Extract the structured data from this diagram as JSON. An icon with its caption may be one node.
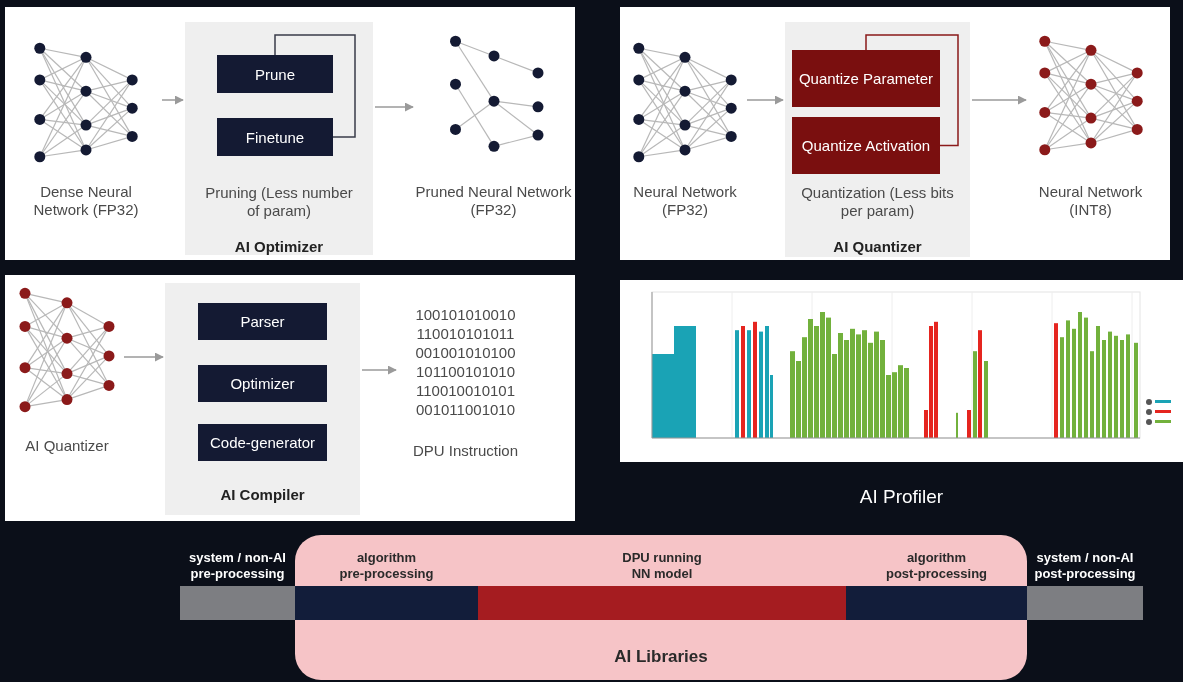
{
  "diagram": {
    "nodes": [
      {
        "text": [
          "Dense Neural Network (FP32)"
        ]
      },
      {
        "text": [
          "Pruning (Less number of param)",
          "AI Optimizer"
        ]
      },
      {
        "text": [
          "Prune"
        ],
        "in": 1
      },
      {
        "text": [
          "Finetune"
        ],
        "in": 1
      },
      {
        "text": [
          "Pruned Neural Network (FP32)"
        ]
      },
      {
        "text": [
          "Neural Network (FP32)"
        ]
      },
      {
        "text": [
          "Quantization (Less bits per param)",
          "AI Quantizer"
        ]
      },
      {
        "text": [
          "Quantize Parameter"
        ],
        "in": 6
      },
      {
        "text": [
          "Quantize Activation"
        ],
        "in": 6
      },
      {
        "text": [
          "Neural Network (INT8)"
        ]
      },
      {
        "text": [
          "AI Quantizer"
        ]
      },
      {
        "text": [
          "AI Compiler"
        ]
      },
      {
        "text": [
          "Parser"
        ],
        "in": 11
      },
      {
        "text": [
          "Optimizer"
        ],
        "in": 11
      },
      {
        "text": [
          "Code-generator"
        ],
        "in": 11
      },
      {
        "text": [
          "100101010010 110010101011 001001010100 101100101010 110010010101 001011001010",
          "DPU Instruction"
        ]
      },
      {
        "text": [
          "AI Profiler"
        ]
      },
      {
        "text": [
          "AI Libraries"
        ]
      },
      {
        "text": [
          "algorithm pre-processing"
        ],
        "in": 17
      },
      {
        "text": [
          "DPU running NN model"
        ],
        "in": 17
      },
      {
        "text": [
          "algorithm post-processing"
        ],
        "in": 17
      },
      {
        "text": [
          "system / non-AI pre-processing"
        ]
      },
      {
        "text": [
          "system / non-AI post-processing"
        ]
      }
    ],
    "edges": [
      {
        "from": 0,
        "to": 1,
        "arrow": "to"
      },
      {
        "from": 3,
        "to": 2,
        "arrow": "none",
        "color": "#3a3d4a"
      },
      {
        "from": 1,
        "to": 4,
        "arrow": "to"
      },
      {
        "from": 5,
        "to": 6,
        "arrow": "to"
      },
      {
        "from": 8,
        "to": 7,
        "arrow": "none",
        "color": "#8b1a1a"
      },
      {
        "from": 6,
        "to": 9,
        "arrow": "to"
      },
      {
        "from": 10,
        "to": 11,
        "arrow": "to"
      },
      {
        "from": 11,
        "to": 15,
        "arrow": "to"
      }
    ]
  }
}
